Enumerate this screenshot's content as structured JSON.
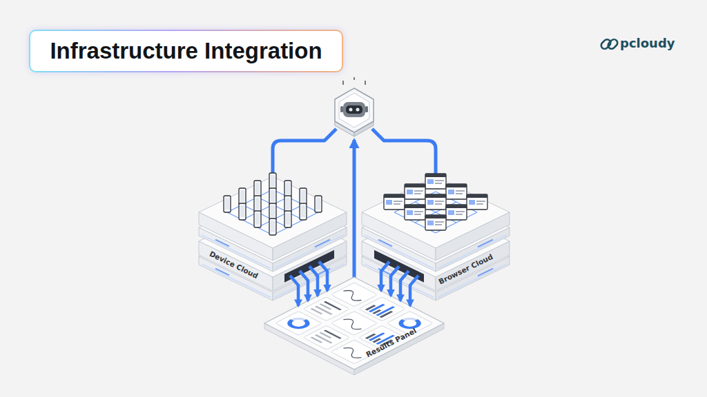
{
  "diagram": {
    "title": "Infrastructure Integration",
    "nodes": [
      {
        "text": [
          "Device Cloud"
        ]
      },
      {
        "text": [
          "Browser Cloud"
        ]
      },
      {
        "text": [
          "Results Panel"
        ]
      }
    ],
    "edges": [
      {
        "from": 0,
        "to": 2,
        "arrow": "to"
      },
      {
        "from": 0,
        "to": 2,
        "arrow": "to"
      },
      {
        "from": 0,
        "to": 2,
        "arrow": "to"
      },
      {
        "from": 0,
        "to": 2,
        "arrow": "to"
      },
      {
        "from": 1,
        "to": 2,
        "arrow": "to"
      },
      {
        "from": 1,
        "to": 2,
        "arrow": "to"
      },
      {
        "from": 1,
        "to": 2,
        "arrow": "to"
      },
      {
        "from": 1,
        "to": 2,
        "arrow": "to"
      }
    ],
    "labels": [
      "pcloudy"
    ]
  }
}
